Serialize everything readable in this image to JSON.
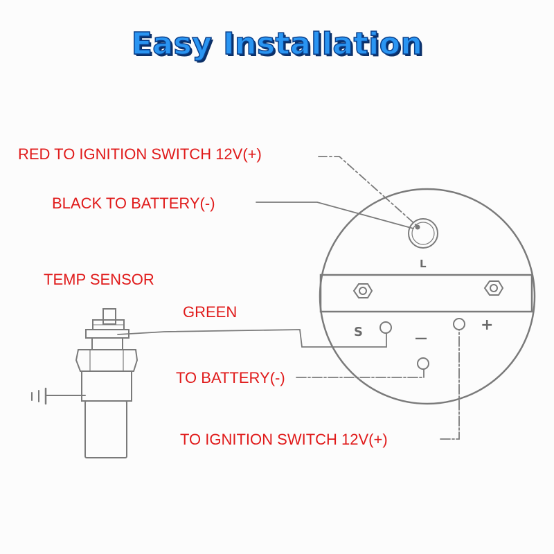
{
  "title": "Easy Installation",
  "labels": {
    "red_wire": "RED TO IGNITION SWITCH 12V(+)",
    "black_wire": "BLACK TO BATTERY(-)",
    "temp_sensor": "TEMP SENSOR",
    "green_wire": "GREEN",
    "to_battery": "TO BATTERY(-)",
    "to_ignition": "TO IGNITION SWITCH 12V(+)"
  },
  "gauge_markings": {
    "light": "L",
    "sensor": "S",
    "minus": "—",
    "plus": "+"
  },
  "colors": {
    "title_fill": "#2a95f2",
    "title_outline": "#0a3f8a",
    "label_text": "#e01a1a",
    "line_art": "#7a7a7a"
  }
}
